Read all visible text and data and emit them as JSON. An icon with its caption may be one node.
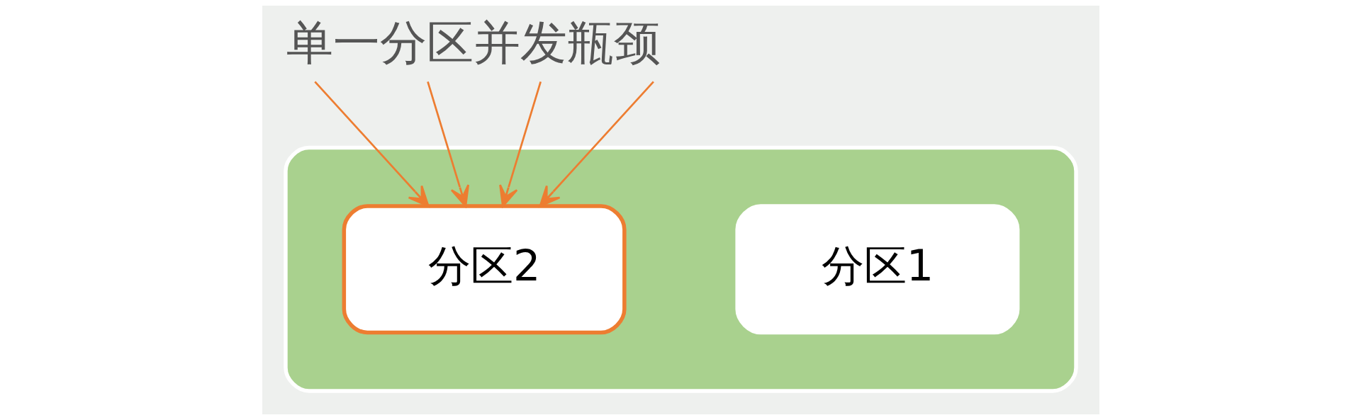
{
  "diagram": {
    "title": "单一分区并发瓶颈",
    "nodes": [
      {
        "text": [],
        "shape": "cylinder"
      },
      {
        "text": [
          "分区1"
        ],
        "in": 0
      },
      {
        "text": [
          "分区2"
        ],
        "in": 0
      }
    ],
    "edges": [
      {
        "from": null,
        "to": 2,
        "arrow": "to"
      },
      {
        "from": null,
        "to": 2,
        "arrow": "to"
      },
      {
        "from": null,
        "to": 2,
        "arrow": "to"
      },
      {
        "from": null,
        "to": 2,
        "arrow": "to"
      }
    ]
  }
}
